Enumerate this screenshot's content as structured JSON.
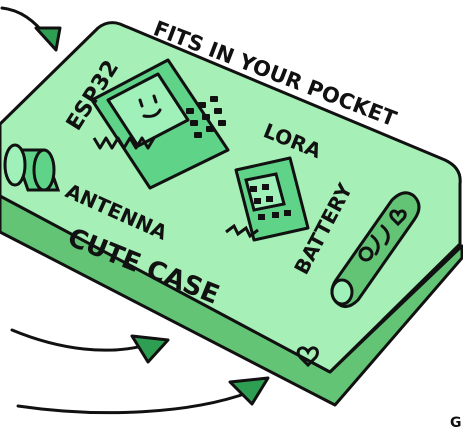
{
  "labels": {
    "esp32": "ESP32",
    "fits": "FITS IN YOUR POCKET",
    "lora": "LORA",
    "antenna": "ANTENNA",
    "battery": "BATTERY",
    "case": "CUTE CASE",
    "corner_mark": "G"
  },
  "colors": {
    "case_top": "#a6efb6",
    "case_top_light": "#c6f7d0",
    "case_side": "#63c476",
    "chip": "#5fd488",
    "chip_light": "#9ff0b9",
    "ink": "#111111",
    "arrow_fill": "#2e9e52"
  },
  "icons": [
    "arrow-icon",
    "heart-icon",
    "smiley-icon",
    "chip-icon",
    "lora-module-icon",
    "battery-icon",
    "antenna-icon"
  ]
}
